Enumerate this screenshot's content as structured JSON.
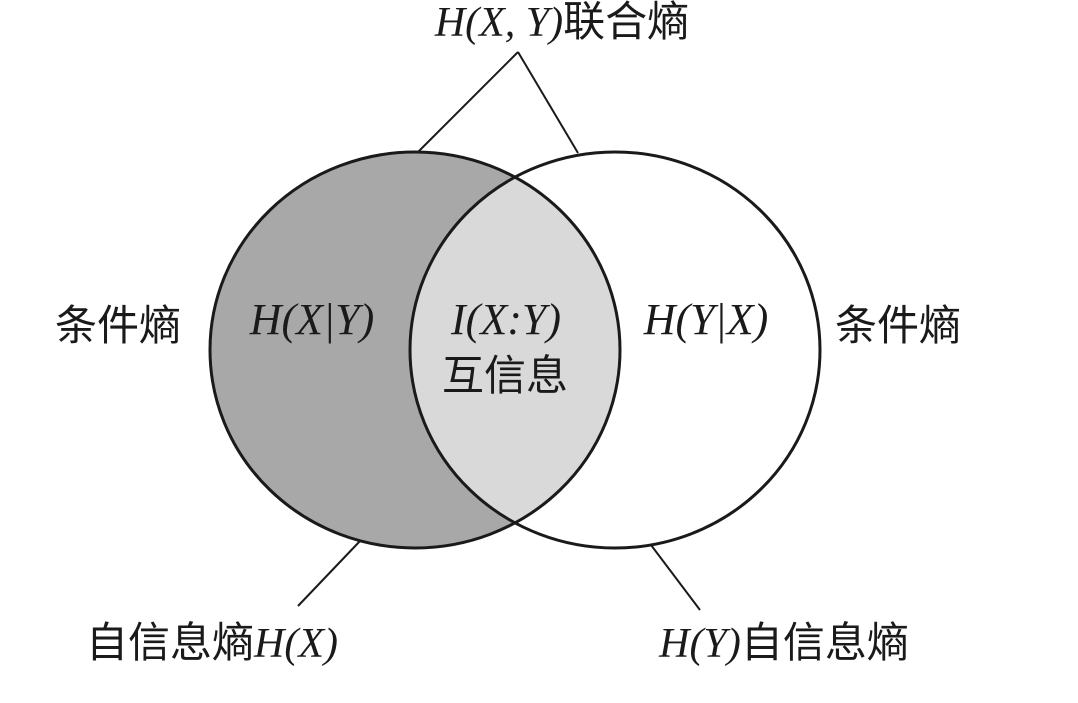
{
  "labels": {
    "joint": {
      "math": "H(X, Y)",
      "text": "联合熵"
    },
    "cond_left": {
      "text": "条件熵"
    },
    "cond_right": {
      "text": "条件熵"
    },
    "h_x_given_y": {
      "math": "H(X|Y)"
    },
    "mutual": {
      "math": "I(X:Y)",
      "text": "互信息"
    },
    "h_y_given_x": {
      "math": "H(Y|X)"
    },
    "self_left": {
      "text": "自信息熵",
      "math": "H(X)"
    },
    "self_right": {
      "math": "H(Y)",
      "text": "自信息熵"
    }
  },
  "colors": {
    "left_only": "#a8a8a8",
    "intersection": "#d9d9d9",
    "right_only": "#ffffff",
    "stroke": "#1a1a1a",
    "text": "#1a1a1a"
  }
}
